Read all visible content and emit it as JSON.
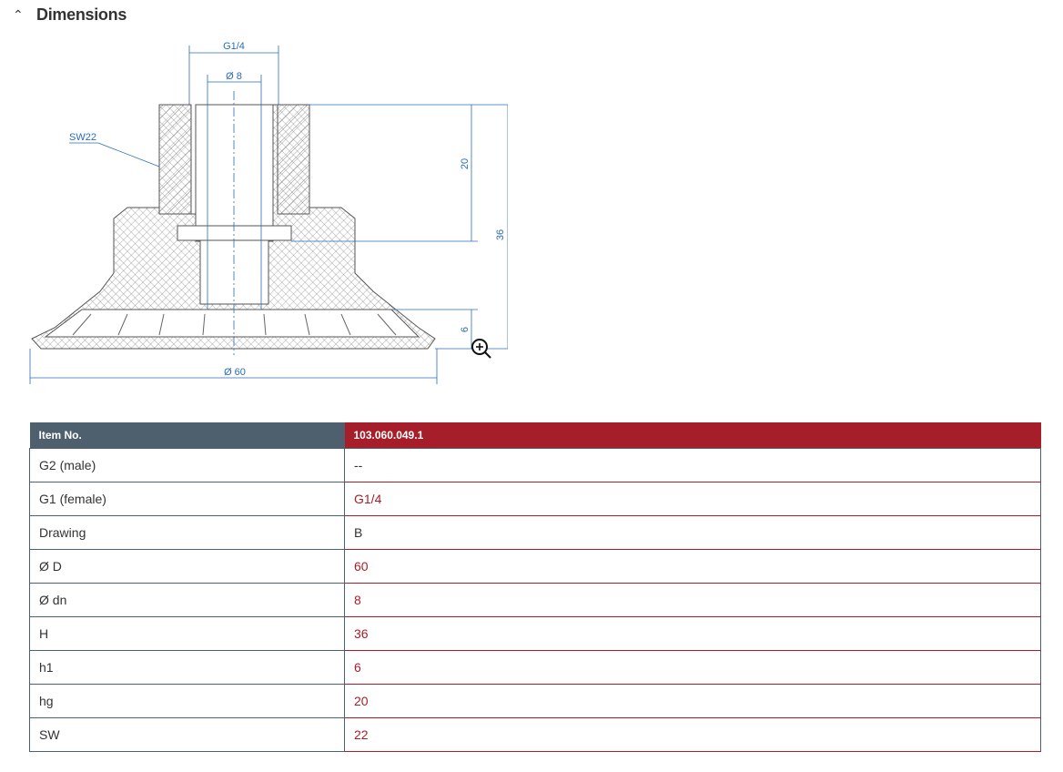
{
  "section": {
    "title": "Dimensions",
    "chevron_icon": "chevron-up-icon"
  },
  "drawing": {
    "labels": {
      "g": "G1/4",
      "dn": "Ø 8",
      "sw": "SW22",
      "hg": "20",
      "h": "36",
      "h1": "6",
      "d": "Ø 60"
    },
    "zoom_icon": "zoom-in-icon"
  },
  "table": {
    "header": {
      "key": "Item No.",
      "value": "103.060.049.1"
    },
    "rows": [
      {
        "key": "G2 (male)",
        "value": "--",
        "style": "gray"
      },
      {
        "key": "G1 (female)",
        "value": "G1/4",
        "style": "red"
      },
      {
        "key": "Drawing",
        "value": "B",
        "style": "gray"
      },
      {
        "key": "Ø D",
        "value": "60",
        "style": "red"
      },
      {
        "key": "Ø dn",
        "value": "8",
        "style": "red"
      },
      {
        "key": "H",
        "value": "36",
        "style": "red"
      },
      {
        "key": "h1",
        "value": "6",
        "style": "red"
      },
      {
        "key": "hg",
        "value": "20",
        "style": "red"
      },
      {
        "key": "SW",
        "value": "22",
        "style": "red"
      }
    ]
  },
  "colors": {
    "accent": "#a61e29",
    "header_dark": "#4e606d",
    "dimension": "#2a6db5"
  }
}
